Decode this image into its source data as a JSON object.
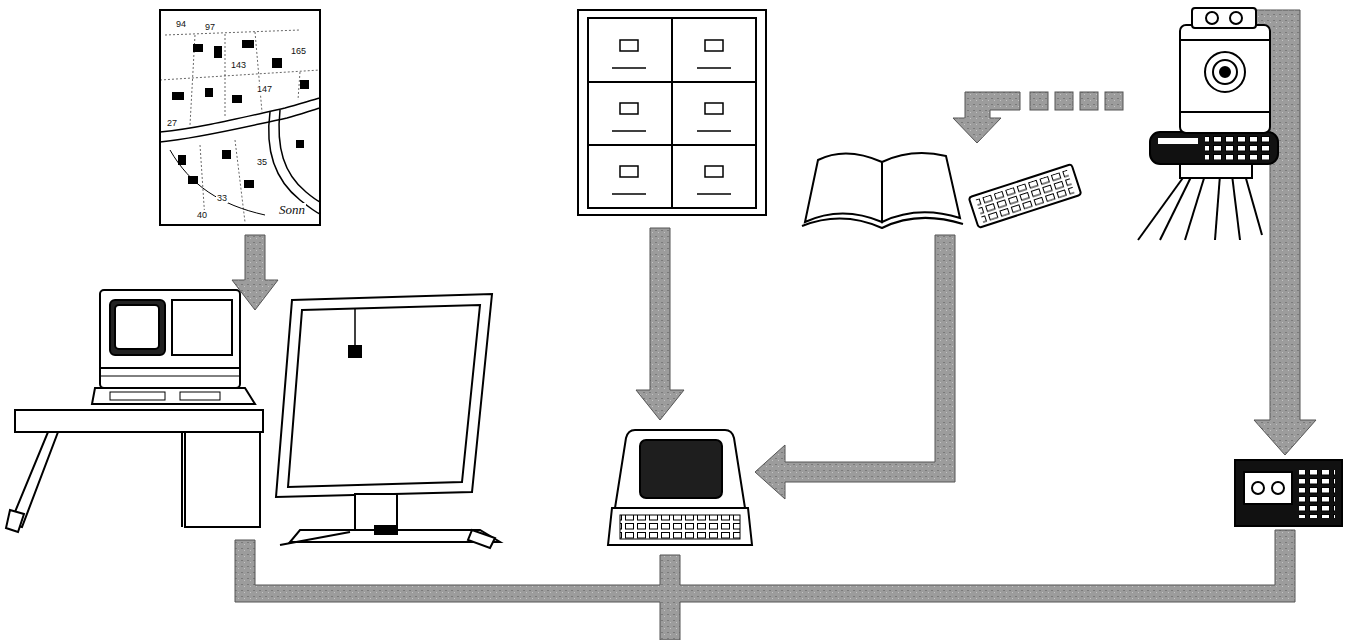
{
  "diagram": {
    "labels": [
      "94",
      "97",
      "143",
      "147",
      "165",
      "27",
      "33",
      "35",
      "40",
      "Sonn"
    ]
  }
}
